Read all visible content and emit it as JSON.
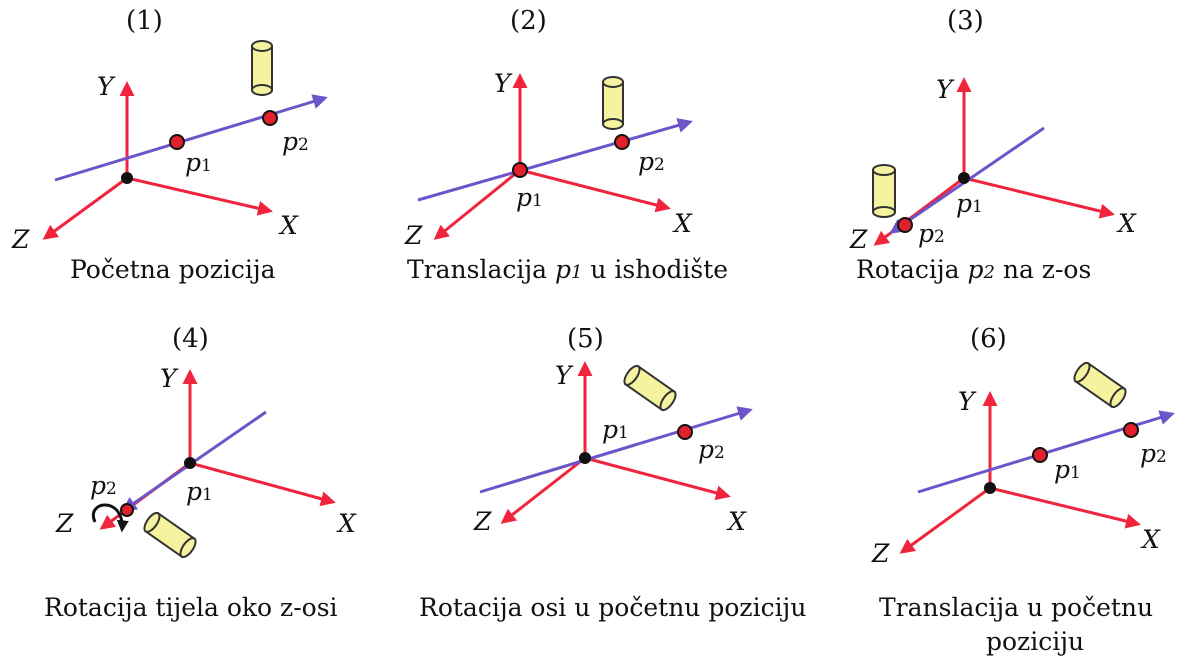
{
  "labels": {
    "x": "X",
    "y": "Y",
    "z": "Z",
    "p": "p",
    "sub1": "1",
    "sub2": "2"
  },
  "panels": [
    {
      "number": "(1)",
      "caption": "Početna pozicija"
    },
    {
      "number": "(2)",
      "caption_before": "Translacija ",
      "caption_p": "p",
      "caption_sub": "1",
      "caption_after": " u ishodište"
    },
    {
      "number": "(3)",
      "caption_before": "Rotacija ",
      "caption_p": "p",
      "caption_sub": "2",
      "caption_after": " na z-os"
    },
    {
      "number": "(4)",
      "caption": "Rotacija tijela oko z-osi"
    },
    {
      "number": "(5)",
      "caption": "Rotacija osi u početnu poziciju"
    },
    {
      "number": "(6)",
      "caption_line1": "Translacija u početnu",
      "caption_line2": "poziciju"
    }
  ],
  "colors": {
    "axis": "#f0243c",
    "line": "#6b55c8",
    "cylinder_fill": "#f6f3a0",
    "cylinder_stroke": "#333333",
    "point": "#e0202a"
  }
}
